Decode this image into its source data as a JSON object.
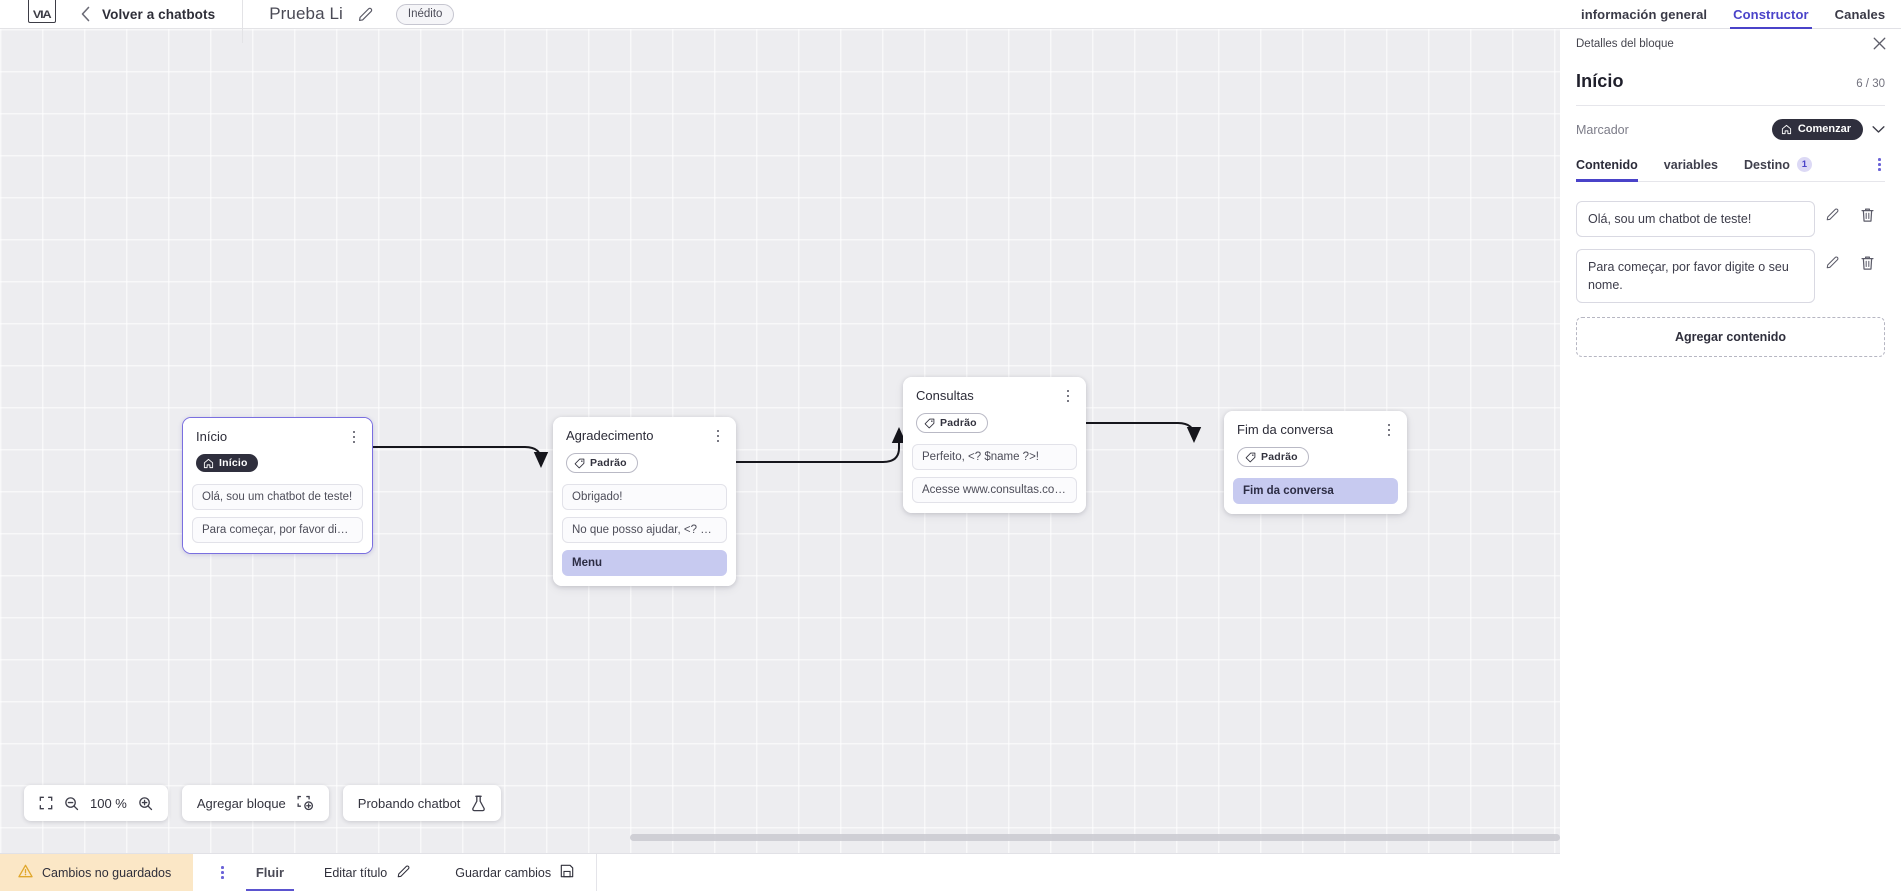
{
  "topbar": {
    "logo_text": "VIA",
    "back_label": "Volver a chatbots",
    "bot_title": "Prueba Li",
    "status_badge": "Inédito",
    "back_icon": "chevron-left-icon",
    "edit_icon": "pencil-icon"
  },
  "canvas": {
    "zoom_level": "100 %",
    "fit_icon": "fit-screen-icon",
    "zoom_out_icon": "zoom-out-icon",
    "zoom_in_icon": "zoom-in-icon",
    "add_block_label": "Agregar bloque",
    "add_block_icon": "add-block-icon",
    "test_chatbot_label": "Probando chatbot",
    "test_chatbot_icon": "flask-icon",
    "nodes": [
      {
        "id": "inicio",
        "title": "Início",
        "tag": "Início",
        "tag_style": "dark",
        "tag_icon": "home-icon",
        "selected": true,
        "messages": [
          {
            "text": "Olá, sou um chatbot de teste!",
            "highlight": false
          },
          {
            "text": "Para começar, por favor digite o ...",
            "highlight": false
          }
        ]
      },
      {
        "id": "agradecimento",
        "title": "Agradecimento",
        "tag": "Padrão",
        "tag_style": "light",
        "tag_icon": "tag-icon",
        "selected": false,
        "messages": [
          {
            "text": "Obrigado!",
            "highlight": false
          },
          {
            "text": "No que posso ajudar, <? $name ...",
            "highlight": false
          },
          {
            "text": "Menu",
            "highlight": true
          }
        ]
      },
      {
        "id": "consultas",
        "title": "Consultas",
        "tag": "Padrão",
        "tag_style": "light",
        "tag_icon": "tag-icon",
        "selected": false,
        "messages": [
          {
            "text": "Perfeito, <? $name ?>!",
            "highlight": false
          },
          {
            "text": "Acesse www.consultas.com par...",
            "highlight": false
          }
        ]
      },
      {
        "id": "fim",
        "title": "Fim da conversa",
        "tag": "Padrão",
        "tag_style": "light",
        "tag_icon": "tag-icon",
        "selected": false,
        "messages": [
          {
            "text": "Fim da conversa",
            "highlight": true
          }
        ]
      }
    ]
  },
  "bottombar": {
    "unsaved_label": "Cambios no guardados",
    "warning_icon": "warning-triangle-icon",
    "kebab_icon": "kebab-menu-icon",
    "flow_tab": "Fluir",
    "edit_title_label": "Editar título",
    "edit_title_icon": "pencil-icon",
    "save_label": "Guardar cambios",
    "save_icon": "save-disk-icon"
  },
  "right_panel": {
    "tabs": [
      {
        "label": "información general",
        "active": false
      },
      {
        "label": "Constructor",
        "active": true
      },
      {
        "label": "Canales",
        "active": false
      }
    ],
    "header_label": "Detalles del bloque",
    "close_icon": "close-icon",
    "block_title": "Início",
    "block_count": "6 / 30",
    "marker_label": "Marcador",
    "marker_value": "Comenzar",
    "marker_icon": "home-icon",
    "marker_chevron_icon": "chevron-down-icon",
    "panel_tabs": [
      {
        "label": "Contenido",
        "active": true,
        "badge": null
      },
      {
        "label": "variables",
        "active": false,
        "badge": null
      },
      {
        "label": "Destino",
        "active": false,
        "badge": "1"
      }
    ],
    "panel_tabs_kebab_icon": "kebab-menu-icon",
    "content_items": [
      {
        "text": "Olá, sou um chatbot de teste!",
        "edit_icon": "pencil-icon",
        "delete_icon": "trash-icon"
      },
      {
        "text": "Para começar, por favor digite o seu nome.",
        "edit_icon": "pencil-icon",
        "delete_icon": "trash-icon"
      }
    ],
    "add_content_label": "Agregar contenido"
  },
  "colors": {
    "accent": "#4a43c9",
    "selected_border": "#7a6fe0",
    "highlight_bg": "#c7caf0",
    "dark_chip": "#2f2f3d",
    "unsaved_bg": "#fbe7c6",
    "canvas_bg": "#ededf0"
  }
}
